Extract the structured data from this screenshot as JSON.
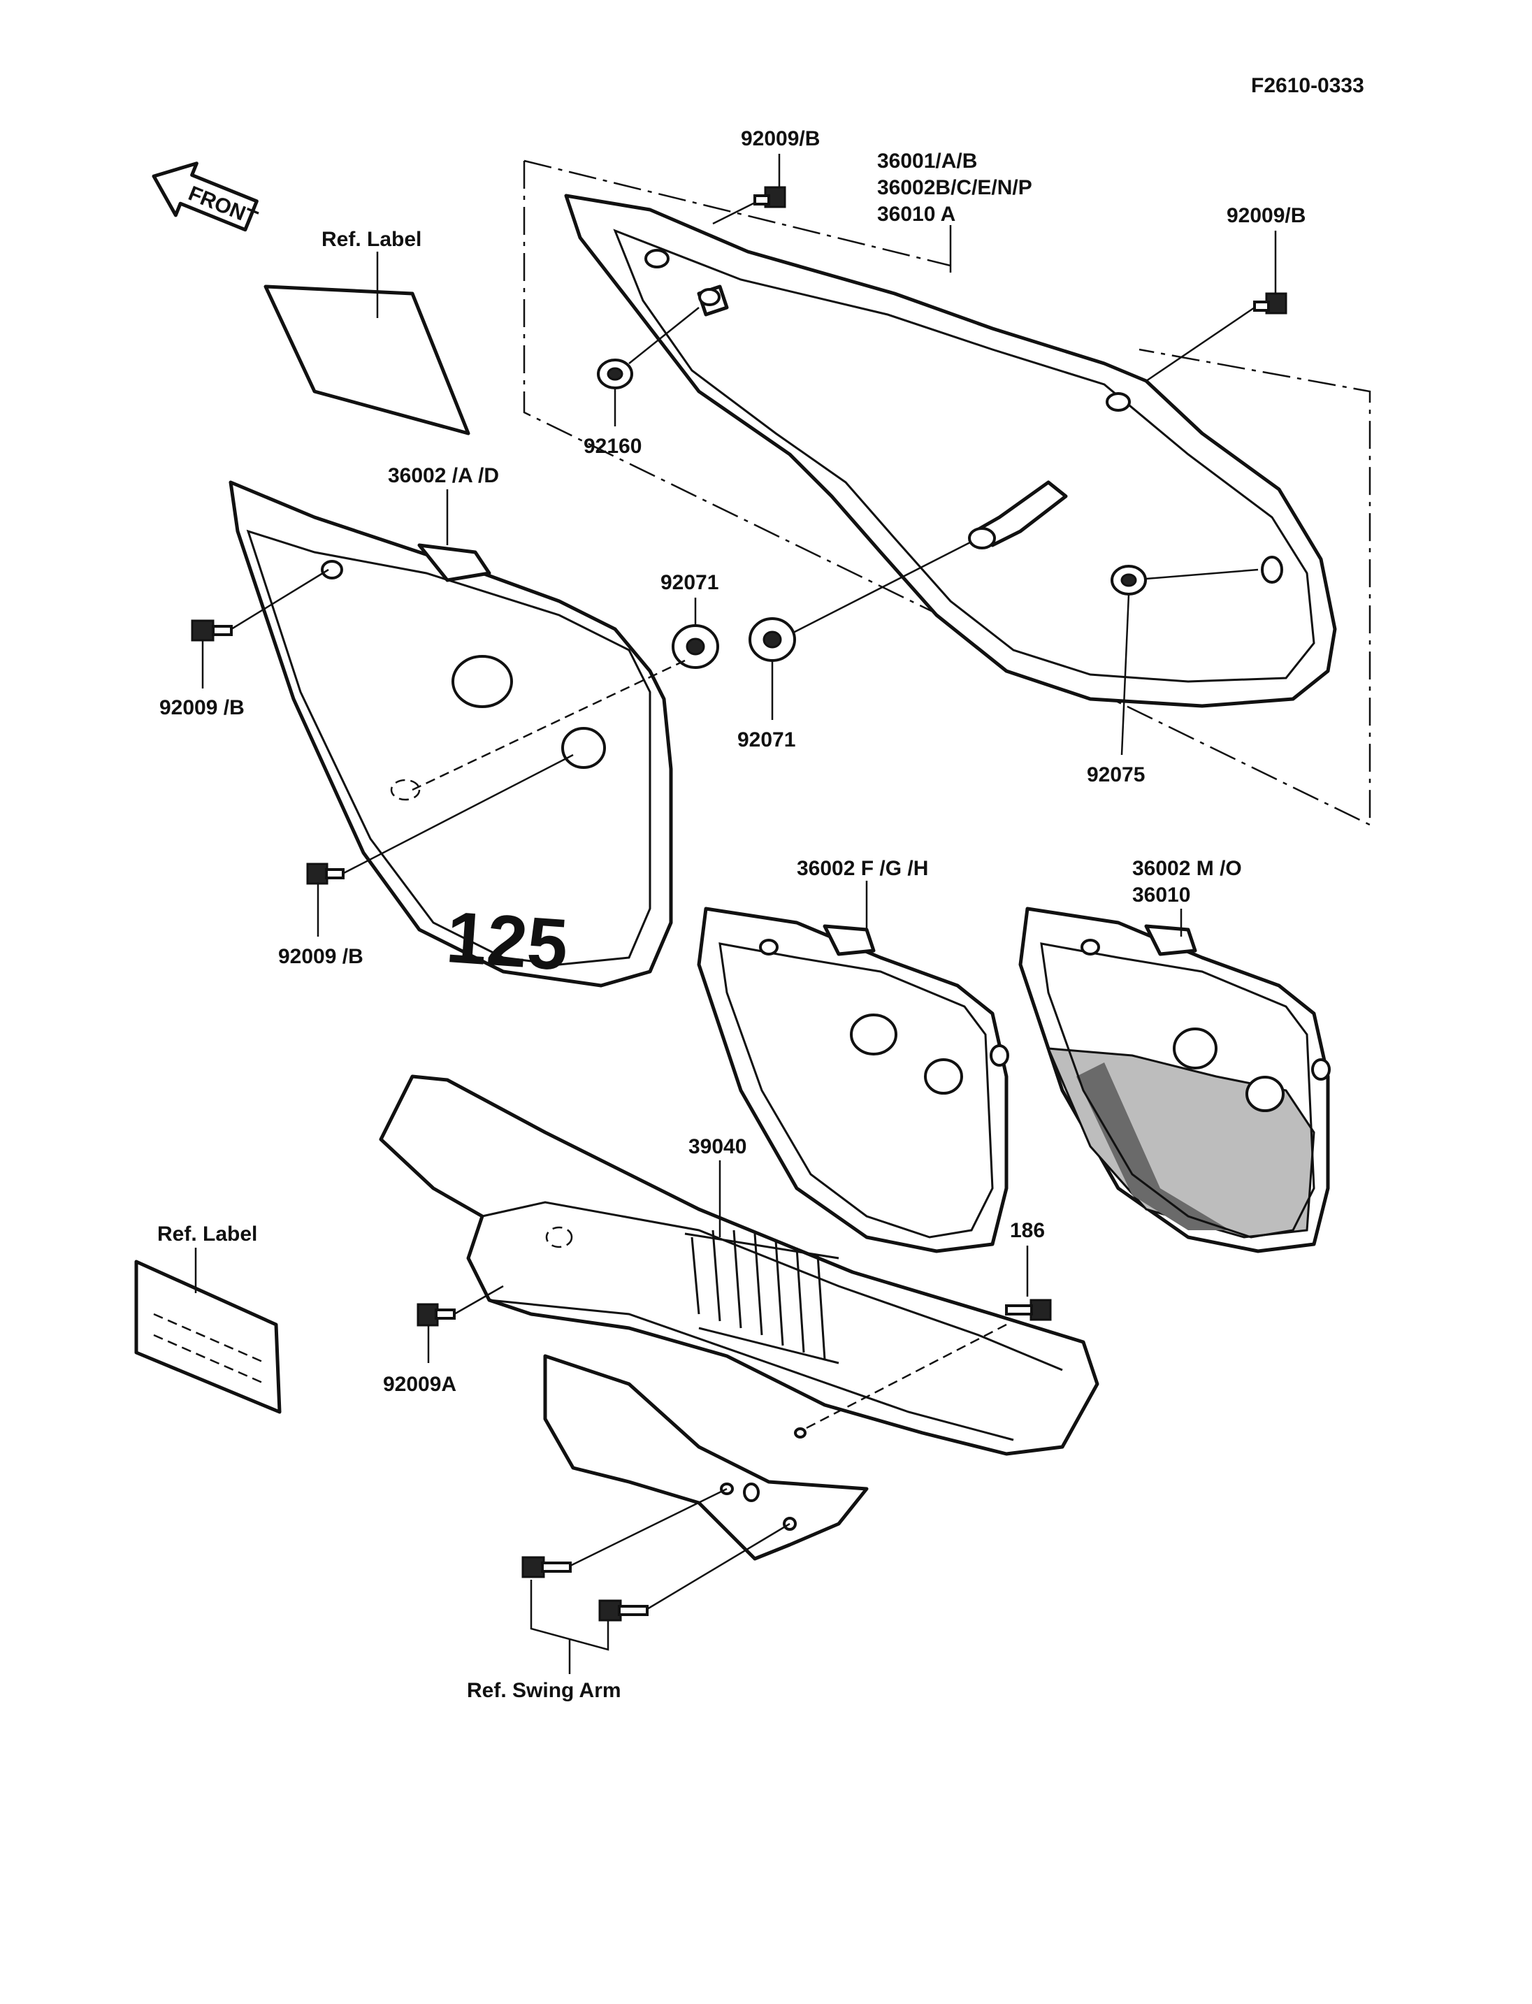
{
  "diagram_code": "F2610-0333",
  "front_arrow": "FRONT",
  "labels": {
    "bolt_top": "92009/B",
    "cover_right_l1": "36001/A/B",
    "cover_right_l2": "36002B/C/E/N/P",
    "cover_right_l3": "36010 A",
    "bolt_top_right": "92009/B",
    "ref_label_top": "Ref. Label",
    "grommet_92160": "92160",
    "cover_left": "36002 /A /D",
    "grommet_92071_a": "92071",
    "grommet_92071_b": "92071",
    "bolt_left_upper": "92009 /B",
    "grommet_92075": "92075",
    "bolt_left_lower": "92009 /B",
    "decal_125": "125",
    "cover_fgh": "36002 F /G /H",
    "cover_mo_l1": "36002 M /O",
    "cover_mo_l2": "36010",
    "chain_guard": "39040",
    "bolt_186": "186",
    "ref_label_bottom": "Ref. Label",
    "bolt_92009a": "92009A",
    "ref_swing_arm": "Ref. Swing Arm"
  }
}
